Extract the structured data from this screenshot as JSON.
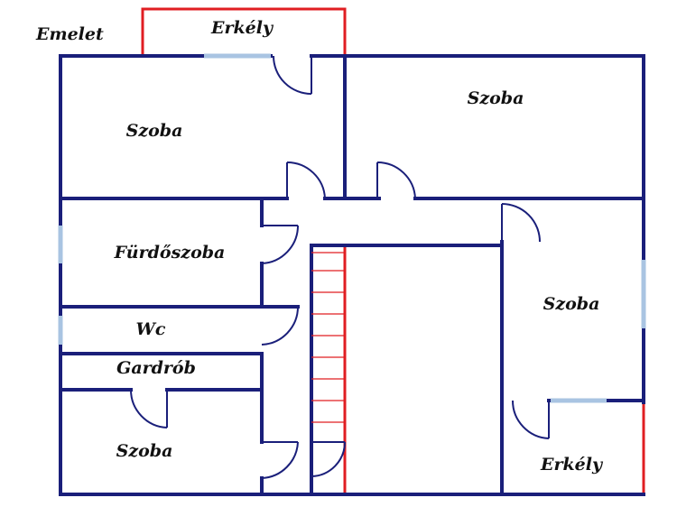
{
  "diagram": {
    "title": "Emelet",
    "rooms": {
      "balcony_top": "Erkély",
      "room_top_left": "Szoba",
      "room_top_right": "Szoba",
      "bathroom": "Fürdőszoba",
      "wc": "Wc",
      "wardrobe": "Gardrób",
      "room_bottom_left": "Szoba",
      "room_right": "Szoba",
      "balcony_bottom": "Erkély"
    },
    "colors": {
      "wall": "#1a1f7a",
      "balcony_outline": "#e01e22",
      "window": "#a9c4e2"
    }
  }
}
